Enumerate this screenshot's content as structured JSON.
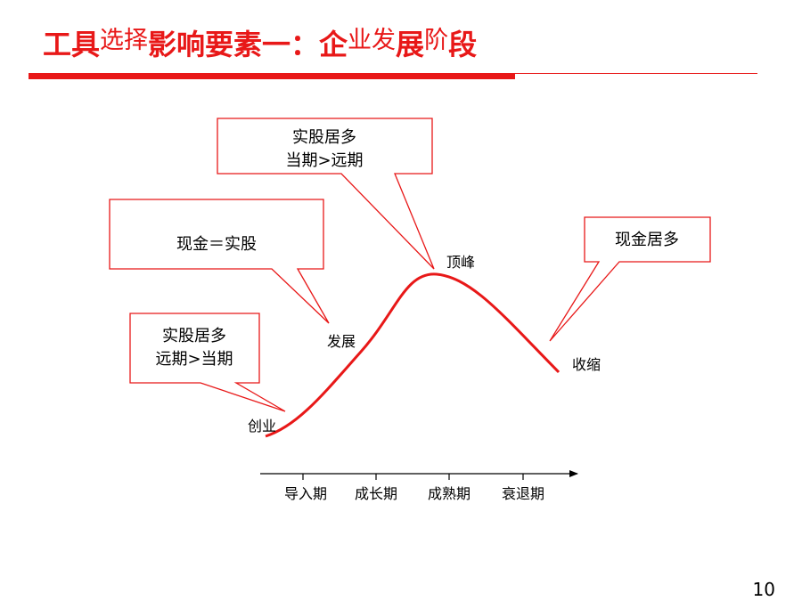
{
  "title": {
    "segments": [
      {
        "text": "工具",
        "size": "big"
      },
      {
        "text": "选择",
        "size": "small"
      },
      {
        "text": "影响要素一：",
        "size": "big"
      },
      {
        "text": "企",
        "size": "big"
      },
      {
        "text": "业发",
        "size": "small"
      },
      {
        "text": "展",
        "size": "big"
      },
      {
        "text": "阶",
        "size": "small"
      },
      {
        "text": "段",
        "size": "big"
      }
    ]
  },
  "accent_color": "#e81818",
  "stage_labels": {
    "startup": "创业",
    "development": "发展",
    "peak": "顶峰",
    "contraction": "收缩"
  },
  "callouts": {
    "startup": {
      "line1": "实股居多",
      "line2": "远期>当期"
    },
    "development": {
      "line1": "现金＝实股"
    },
    "peak": {
      "line1": "实股居多",
      "line2": "当期>远期"
    },
    "contraction": {
      "line1": "现金居多"
    }
  },
  "axis_labels": [
    "导入期",
    "成长期",
    "成熟期",
    "衰退期"
  ],
  "page_number": "10"
}
